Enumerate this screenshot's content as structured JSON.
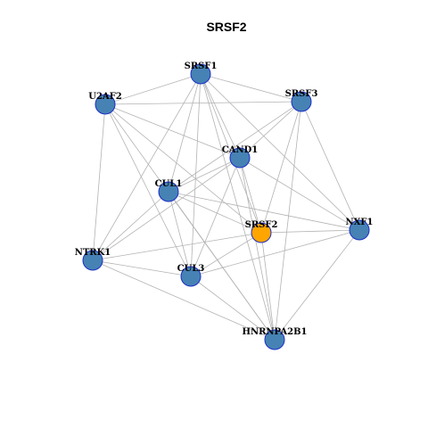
{
  "title": "SRSF2",
  "colors": {
    "node_default": "#4682b4",
    "node_highlight": "#ffa500",
    "node_border": "#1c2fc8",
    "edge": "#b3b3b3"
  },
  "nodes": [
    {
      "id": "SRSF1",
      "label": "SRSF1",
      "highlight": false
    },
    {
      "id": "U2AF2",
      "label": "U2AF2",
      "highlight": false
    },
    {
      "id": "SRSF3",
      "label": "SRSF3",
      "highlight": false
    },
    {
      "id": "CAND1",
      "label": "CAND1",
      "highlight": false
    },
    {
      "id": "CUL1",
      "label": "CUL1",
      "highlight": false
    },
    {
      "id": "SRSF2",
      "label": "SRSF2",
      "highlight": true
    },
    {
      "id": "NXF1",
      "label": "NXF1",
      "highlight": false
    },
    {
      "id": "NTRK1",
      "label": "NTRK1",
      "highlight": false
    },
    {
      "id": "CUL3",
      "label": "CUL3",
      "highlight": false
    },
    {
      "id": "HNRNPA2B1",
      "label": "HNRNPA2B1",
      "highlight": false
    }
  ],
  "edges": [
    [
      "SRSF1",
      "U2AF2"
    ],
    [
      "SRSF1",
      "SRSF3"
    ],
    [
      "SRSF1",
      "CAND1"
    ],
    [
      "SRSF1",
      "CUL1"
    ],
    [
      "SRSF1",
      "SRSF2"
    ],
    [
      "SRSF1",
      "NXF1"
    ],
    [
      "SRSF1",
      "NTRK1"
    ],
    [
      "SRSF1",
      "CUL3"
    ],
    [
      "SRSF1",
      "HNRNPA2B1"
    ],
    [
      "U2AF2",
      "SRSF3"
    ],
    [
      "U2AF2",
      "CAND1"
    ],
    [
      "U2AF2",
      "SRSF2"
    ],
    [
      "U2AF2",
      "NTRK1"
    ],
    [
      "U2AF2",
      "CUL3"
    ],
    [
      "U2AF2",
      "HNRNPA2B1"
    ],
    [
      "SRSF3",
      "CAND1"
    ],
    [
      "SRSF3",
      "CUL1"
    ],
    [
      "SRSF3",
      "SRSF2"
    ],
    [
      "SRSF3",
      "NXF1"
    ],
    [
      "SRSF3",
      "HNRNPA2B1"
    ],
    [
      "CAND1",
      "CUL1"
    ],
    [
      "CAND1",
      "SRSF2"
    ],
    [
      "CAND1",
      "NTRK1"
    ],
    [
      "CAND1",
      "CUL3"
    ],
    [
      "CAND1",
      "NXF1"
    ],
    [
      "CAND1",
      "HNRNPA2B1"
    ],
    [
      "CUL1",
      "SRSF2"
    ],
    [
      "CUL1",
      "NXF1"
    ],
    [
      "CUL1",
      "NTRK1"
    ],
    [
      "CUL1",
      "CUL3"
    ],
    [
      "CUL1",
      "HNRNPA2B1"
    ],
    [
      "SRSF2",
      "NXF1"
    ],
    [
      "SRSF2",
      "NTRK1"
    ],
    [
      "SRSF2",
      "CUL3"
    ],
    [
      "SRSF2",
      "HNRNPA2B1"
    ],
    [
      "NXF1",
      "CUL3"
    ],
    [
      "NXF1",
      "HNRNPA2B1"
    ],
    [
      "NTRK1",
      "CUL3"
    ],
    [
      "NTRK1",
      "HNRNPA2B1"
    ],
    [
      "CUL3",
      "HNRNPA2B1"
    ]
  ]
}
